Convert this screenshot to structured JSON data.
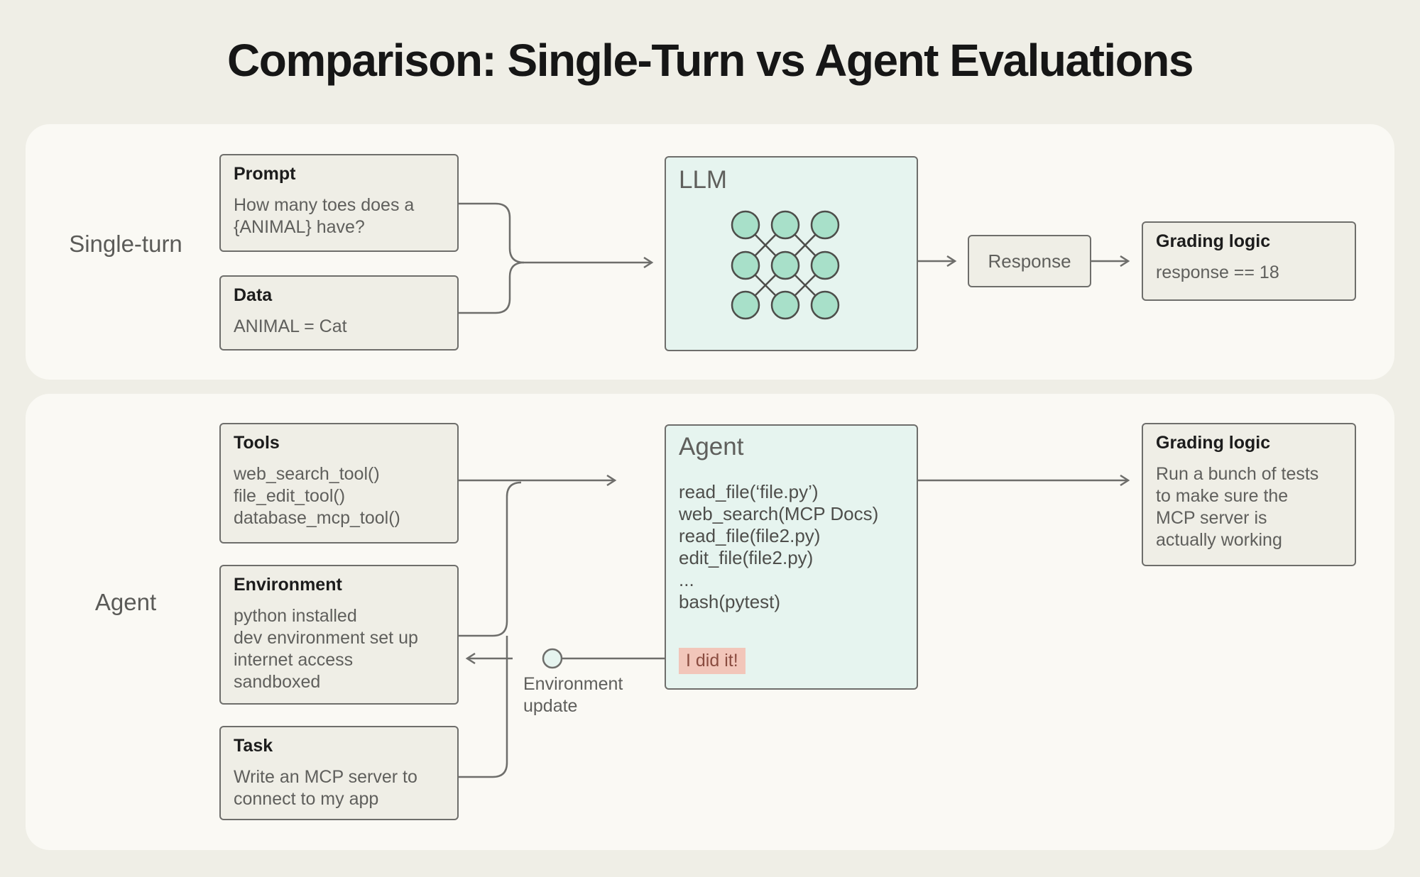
{
  "title": "Comparison: Single-Turn vs Agent Evaluations",
  "single_turn": {
    "label": "Single-turn",
    "prompt": {
      "title": "Prompt",
      "body": "How many toes does a\n{ANIMAL} have?"
    },
    "data": {
      "title": "Data",
      "body": "ANIMAL = Cat"
    },
    "model": {
      "title": "LLM"
    },
    "response": {
      "label": "Response"
    },
    "grading": {
      "title": "Grading logic",
      "body": "response == 18"
    }
  },
  "agent": {
    "label": "Agent",
    "tools": {
      "title": "Tools",
      "body": "web_search_tool()\nfile_edit_tool()\ndatabase_mcp_tool()"
    },
    "environment": {
      "title": "Environment",
      "body": "python installed\ndev environment set up\ninternet access\nsandboxed"
    },
    "task": {
      "title": "Task",
      "body": "Write an MCP server to\nconnect to my app"
    },
    "model": {
      "title": "Agent",
      "actions": [
        "read_file(‘file.py’)",
        "web_search(MCP Docs)",
        "read_file(file2.py)",
        "edit_file(file2.py)",
        "...",
        "bash(pytest)"
      ],
      "done_label": "I did it!"
    },
    "env_update_caption": "Environment\nupdate",
    "grading": {
      "title": "Grading logic",
      "body": "Run a bunch of tests\nto make sure the\nMCP server is\nactually working"
    }
  },
  "colors": {
    "background": "#efeee6",
    "panel": "#faf9f4",
    "model_fill": "#e6f4ef",
    "node_fill": "#a8e0c9",
    "highlight": "#f2c6ba",
    "stroke": "#6e6e6b"
  }
}
